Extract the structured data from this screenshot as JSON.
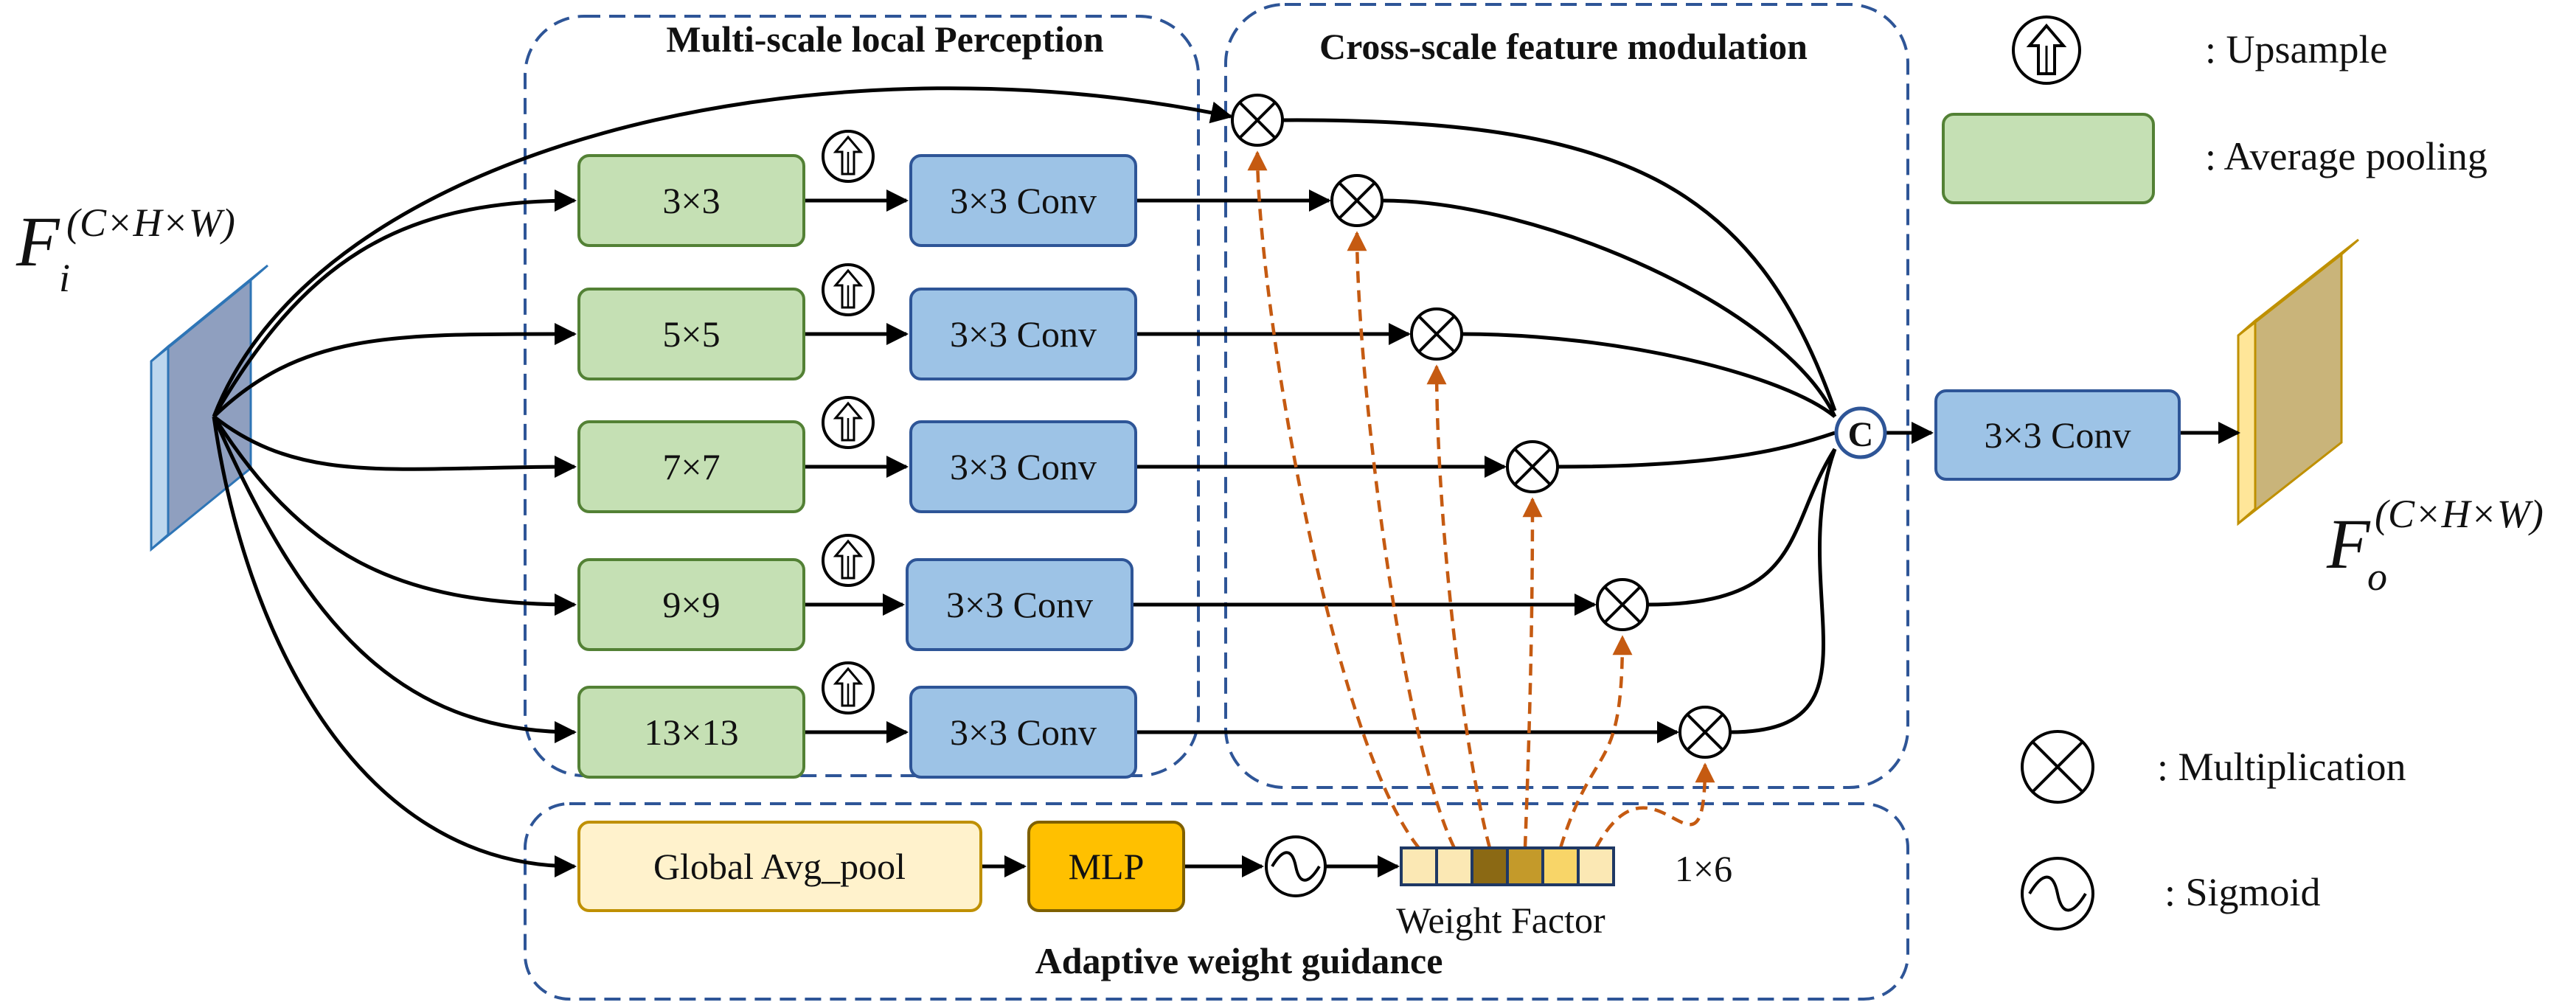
{
  "input_feature": {
    "symbol": "F",
    "subscript": "i",
    "superscript": "(C×H×W)"
  },
  "output_feature": {
    "symbol": "F",
    "subscript": "o",
    "superscript": "(C×H×W)"
  },
  "group_titles": {
    "multi_scale": "Multi-scale local Perception",
    "cross_scale": "Cross-scale feature modulation",
    "adaptive": "Adaptive weight guidance"
  },
  "pool_sizes": [
    "3×3",
    "5×5",
    "7×7",
    "9×9",
    "13×13"
  ],
  "conv_label": "3×3 Conv",
  "final_conv_label": "3×3 Conv",
  "concat_symbol": "C",
  "global_pool_label": "Global Avg_pool",
  "mlp_label": "MLP",
  "weight_factor_label": "Weight Factor",
  "weight_factor_size": "1×6",
  "weight_cells": [
    "#fbe8b4",
    "#fbe8b4",
    "#8b6914",
    "#c49a2a",
    "#f8d568",
    "#fbe8b4"
  ],
  "legend": {
    "upsample": ": Upsample",
    "average_pooling": ": Average pooling",
    "multiplication": ": Multiplication",
    "sigmoid": ": Sigmoid"
  },
  "colors": {
    "pool_fill": "#c5e0b4",
    "pool_stroke": "#538135",
    "conv_fill": "#9dc3e6",
    "conv_stroke": "#2e5597",
    "gap_fill": "#fff2cc",
    "gap_stroke": "#bf9000",
    "mlp_fill": "#ffc000",
    "mlp_stroke": "#7f6000",
    "dash_group": "#2e5597",
    "guide_arrow": "#c55a11"
  }
}
